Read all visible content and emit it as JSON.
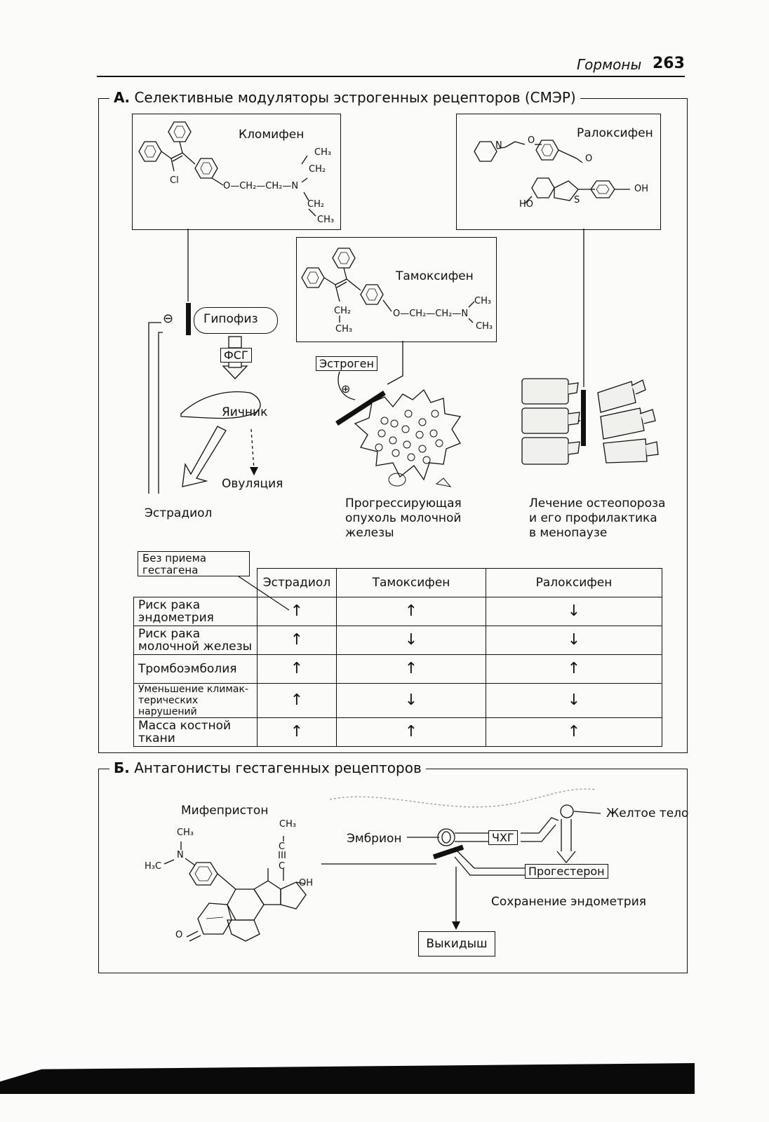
{
  "header": {
    "title": "Гормоны",
    "page_number": "263"
  },
  "section_a": {
    "letter": "А.",
    "title": "Селективные модуляторы эстрогенных рецепторов (СМЭР)",
    "drugs": {
      "clomiphene": "Кломифен",
      "raloxifene": "Ралоксифен",
      "tamoxifen": "Тамоксифен"
    },
    "chem": {
      "ch3": "CH₃",
      "ch2": "CH₂",
      "cl": "Cl",
      "n": "N",
      "o": "O",
      "oh": "OH",
      "ho": "HO",
      "s": "S",
      "clomiphene_chain": "O—CH₂—CH₂—N",
      "tamoxifen_chain": "O—CH₂—CH₂—N"
    },
    "diagram": {
      "pituitary": "Гипофиз",
      "fsh": "ФСГ",
      "ovary": "Яичник",
      "ovulation": "Овуляция",
      "estradiol": "Эстрадиол",
      "estrogen": "Эстроген",
      "tumor_caption": [
        "Прогрессирующая",
        "опухоль молочной",
        "железы"
      ],
      "osteo_caption": [
        "Лечение остеопороза",
        "и его профилактика",
        "в менопаузе"
      ],
      "minus_sign": "⊖",
      "plus_sign": "⊕"
    },
    "table": {
      "note": [
        "Без приема",
        "гестагена"
      ],
      "columns": [
        "Эстрадиол",
        "Тамоксифен",
        "Ралоксифен"
      ],
      "rows": [
        {
          "label": [
            "Риск рака",
            "эндометрия"
          ],
          "values": [
            "↑",
            "↑",
            "↓"
          ]
        },
        {
          "label": [
            "Риск рака",
            "молочной железы"
          ],
          "values": [
            "↑",
            "↓",
            "↓"
          ]
        },
        {
          "label": [
            "Тромбоэмболия"
          ],
          "values": [
            "↑",
            "↑",
            "↑"
          ]
        },
        {
          "label": [
            "Уменьшение климак-",
            "терических нарушений"
          ],
          "values": [
            "↑",
            "↓",
            "↓"
          ]
        },
        {
          "label": [
            "Масса костной",
            "ткани"
          ],
          "values": [
            "↑",
            "↑",
            "↑"
          ]
        }
      ]
    }
  },
  "section_b": {
    "letter": "Б.",
    "title": "Антагонисты гестагенных рецепторов",
    "drug": "Мифепристон",
    "chem": {
      "ch3": "CH₃",
      "h3c": "H₃C",
      "n": "N",
      "c": "C",
      "oh": "OH",
      "o": "O"
    },
    "corpus_luteum": "Желтое тело",
    "embryo": "Эмбрион",
    "hcg": "ЧХГ",
    "progesterone": "Прогестерон",
    "endometrium": "Сохранение эндометрия",
    "miscarriage": "Выкидыш"
  }
}
